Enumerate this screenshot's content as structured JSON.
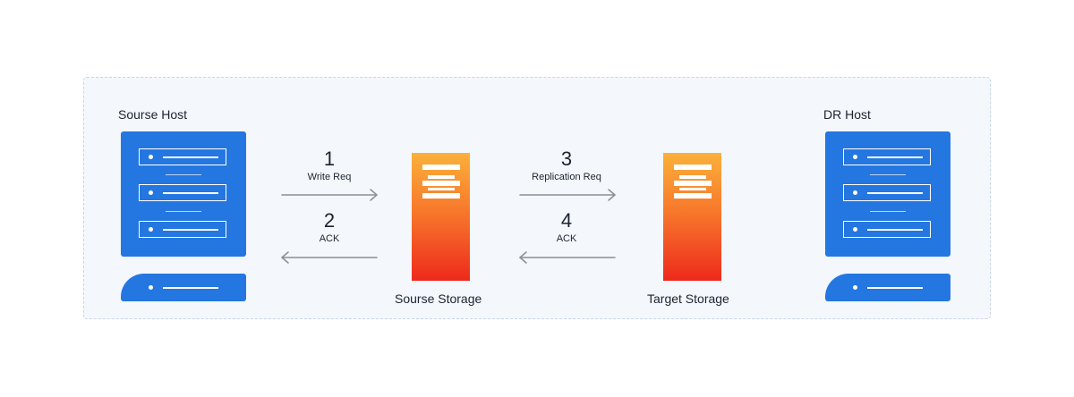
{
  "nodes": {
    "source_host": "Sourse Host",
    "dr_host": "DR Host",
    "source_storage": "Sourse Storage",
    "target_storage": "Target Storage"
  },
  "steps": [
    {
      "number": "1",
      "label": "Write Req",
      "direction": "right"
    },
    {
      "number": "2",
      "label": "ACK",
      "direction": "left"
    },
    {
      "number": "3",
      "label": "Replication Req",
      "direction": "right"
    },
    {
      "number": "4",
      "label": "ACK",
      "direction": "left"
    }
  ],
  "colors": {
    "server": "#2477e0",
    "storage_top": "#fbb03b",
    "storage_bottom": "#ee2a1c",
    "arrow": "#8a8f96",
    "frame_bg": "#f4f7fb"
  }
}
